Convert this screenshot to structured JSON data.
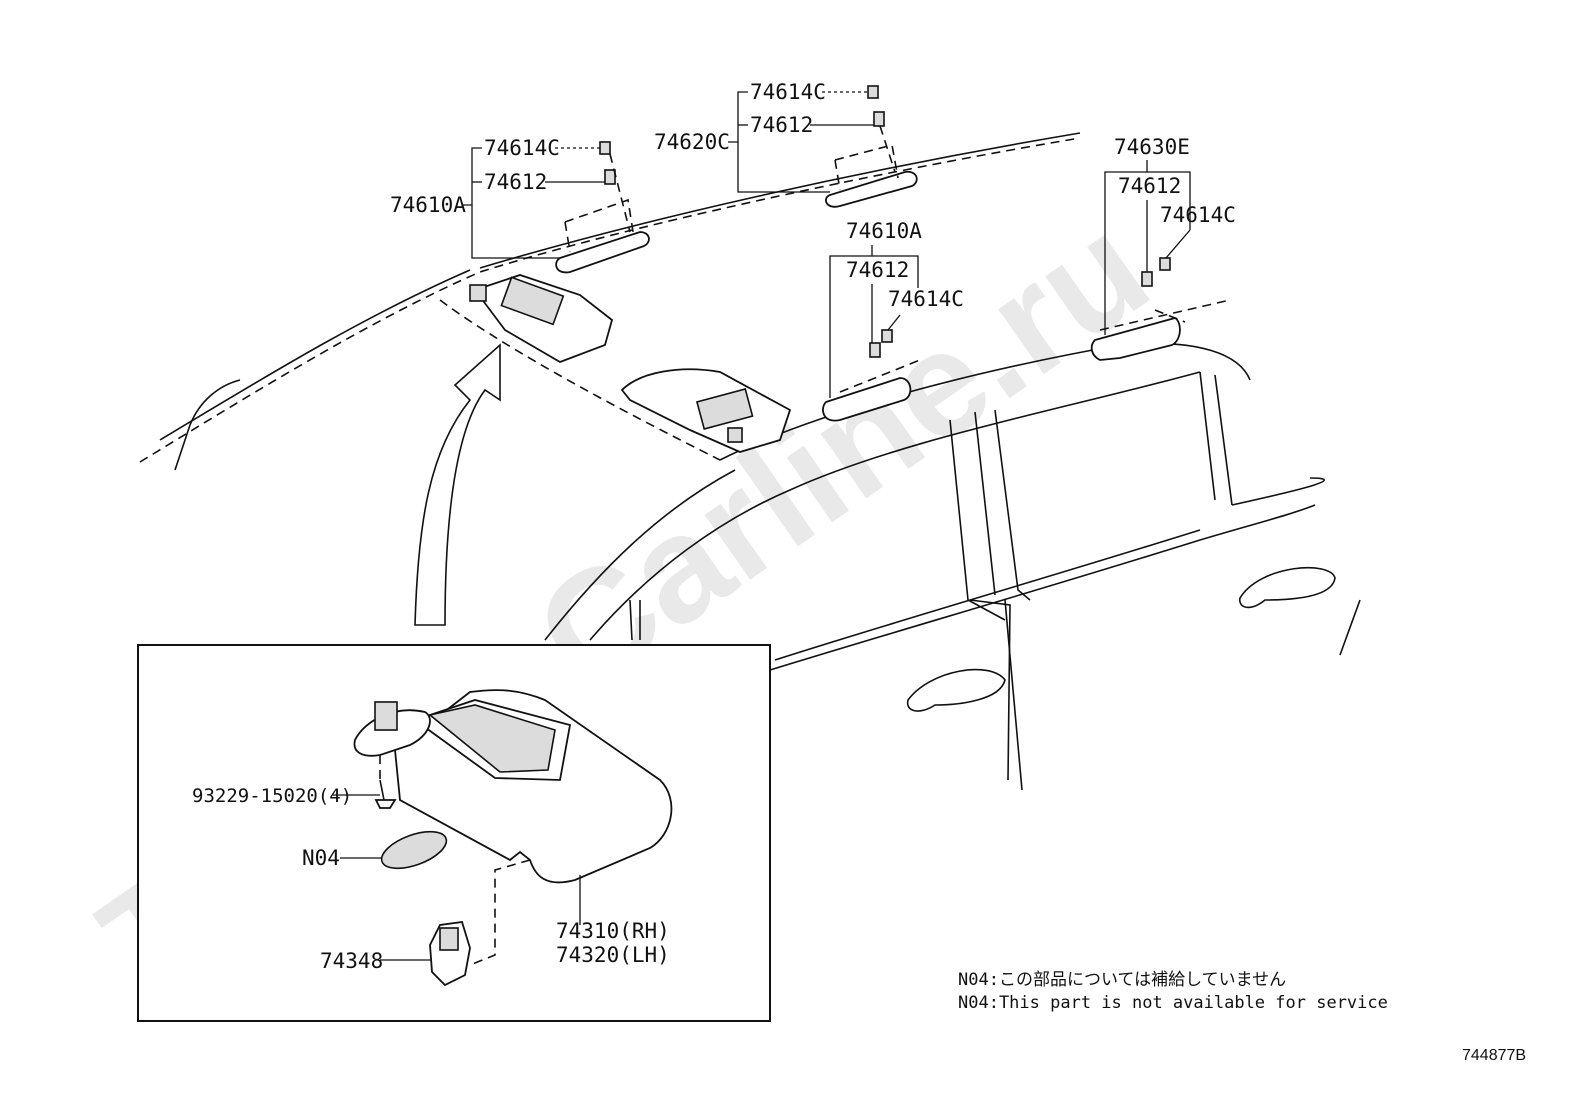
{
  "watermark": "Toyota-Carline.ru",
  "labels": {
    "t1_clip": "74614C",
    "t1_screw": "74612",
    "t1_part": "74610A",
    "t2_clip": "74614C",
    "t2_screw": "74612",
    "t2_part": "74620C",
    "t3_part": "74630E",
    "t3_screw": "74612",
    "t3_clip": "74614C",
    "t4_part": "74610A",
    "t4_screw": "74612",
    "t4_clip": "74614C",
    "inset_screw": "93229-15020(4)",
    "inset_n04": "N04",
    "inset_visor_rh": "74310(RH)",
    "inset_visor_lh": "74320(LH)",
    "inset_holder": "74348"
  },
  "notes": {
    "jp": "N04:この部品については補給していません",
    "en": "N04:This part is not available for service"
  },
  "diagram_code": "744877B"
}
